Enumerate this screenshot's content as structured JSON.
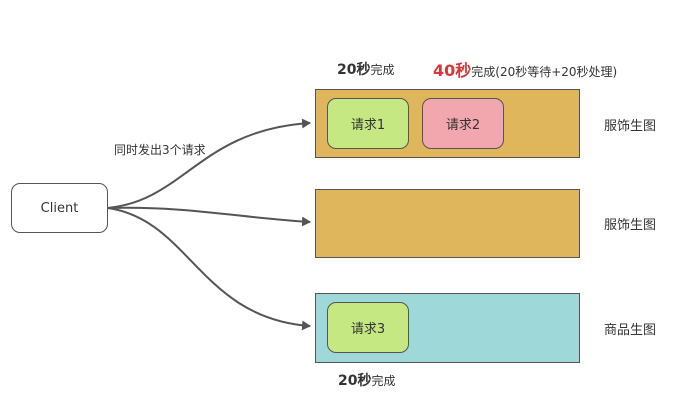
{
  "colors": {
    "lane_yellow": "#e0b65c",
    "lane_teal": "#9ed8d8",
    "req_green": "#c5e882",
    "req_pink": "#f2a6ad",
    "highlight_red": "#d43838"
  },
  "client": {
    "label": "Client"
  },
  "arrow_label": "同时发出3个请求",
  "notes": {
    "top_left": {
      "time": "20秒",
      "suffix": "完成"
    },
    "top_right": {
      "time": "40秒",
      "suffix": "完成(20秒等待+20秒处理)"
    },
    "bottom": {
      "time": "20秒",
      "suffix": "完成"
    }
  },
  "lanes": [
    {
      "service": "服饰生图",
      "requests": [
        "请求1",
        "请求2"
      ]
    },
    {
      "service": "服饰生图",
      "requests": []
    },
    {
      "service": "商品生图",
      "requests": [
        "请求3"
      ]
    }
  ]
}
